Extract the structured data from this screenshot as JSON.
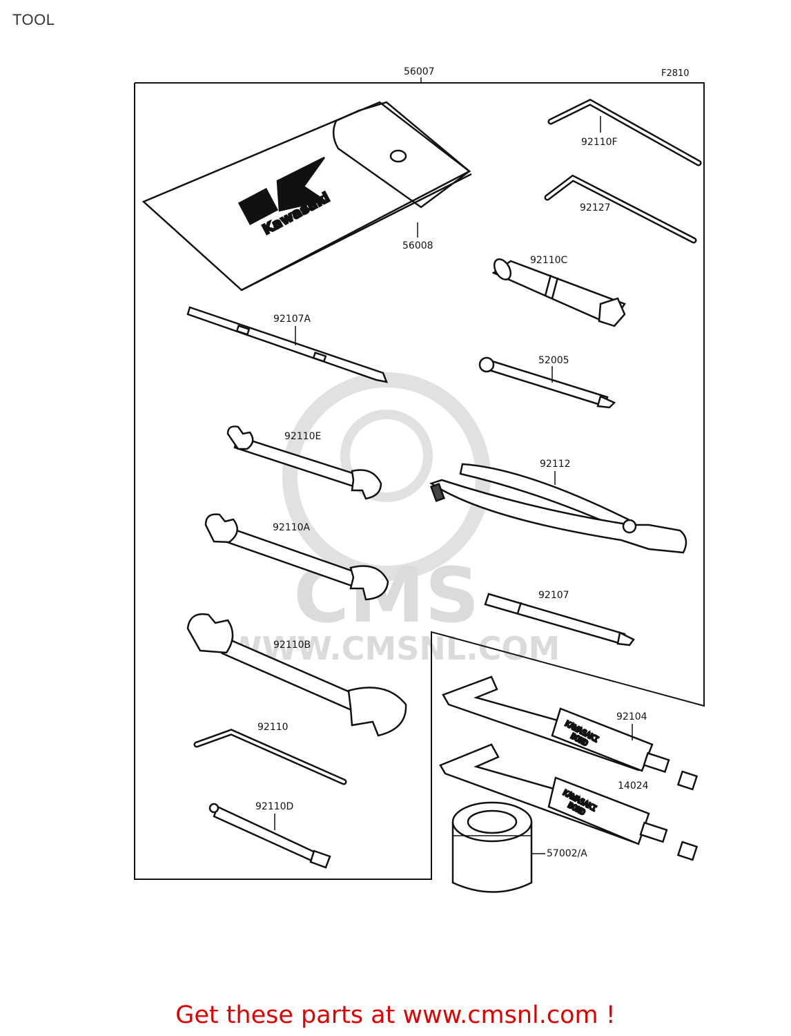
{
  "page": {
    "title": "TOOL",
    "figure_code": "F2810"
  },
  "brand": {
    "pouch_logo": "Kawasaki",
    "bond_label_line1": "KAWASAKI",
    "bond_label_line2": "BOND"
  },
  "watermark": {
    "logo_text": "CMS",
    "url_text": "WWW.CMSNL.COM"
  },
  "parts": [
    {
      "id": "56007"
    },
    {
      "id": "56008"
    },
    {
      "id": "92110F"
    },
    {
      "id": "92127"
    },
    {
      "id": "92110C"
    },
    {
      "id": "92107A"
    },
    {
      "id": "52005"
    },
    {
      "id": "92110E"
    },
    {
      "id": "92112"
    },
    {
      "id": "92110A"
    },
    {
      "id": "92107"
    },
    {
      "id": "92110B"
    },
    {
      "id": "92104"
    },
    {
      "id": "92110"
    },
    {
      "id": "14024"
    },
    {
      "id": "92110D"
    },
    {
      "id": "57002/A"
    }
  ],
  "footer": {
    "text": "Get these parts at www.cmsnl.com !"
  },
  "colors": {
    "footer": "#e00000",
    "line": "#111111",
    "watermark": "#d8d8d8"
  }
}
